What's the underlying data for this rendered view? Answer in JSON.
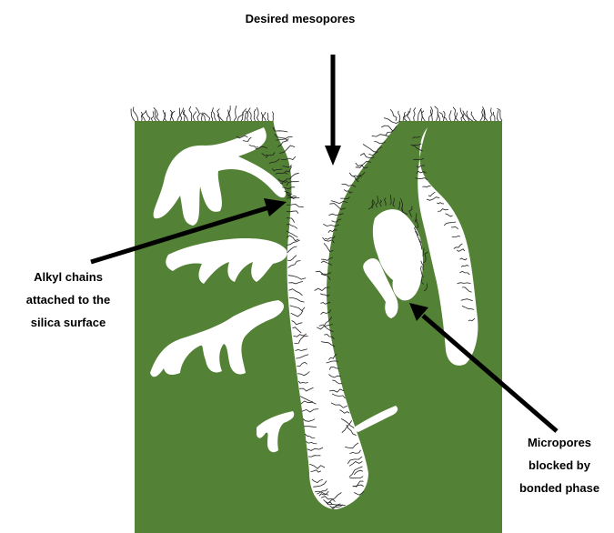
{
  "diagram": {
    "colors": {
      "silica": "#538135",
      "pore": "#ffffff",
      "chains": "#222222",
      "arrow": "#000000",
      "surface_line": "#a9c08a"
    },
    "labels": {
      "mesopores": [
        "Desired mesopores"
      ],
      "alkyl_chains": [
        "Alkyl chains",
        "attached to the",
        "silica surface"
      ],
      "micropores": [
        "Micropores",
        "blocked by",
        "bonded phase"
      ]
    }
  }
}
